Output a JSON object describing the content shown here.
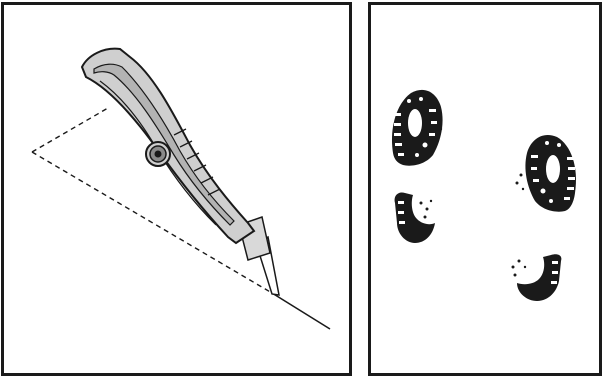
{
  "panels": [
    {
      "id": "cutter-panel",
      "illustration": "utility-knife-cutting-angle"
    },
    {
      "id": "footprints-panel",
      "illustration": "boot-sole-footprints"
    }
  ],
  "colors": {
    "ink": "#1a1a1a",
    "knife_body": "#d0d0d0",
    "knife_grip": "#b5b5b5",
    "paper": "#ffffff"
  }
}
